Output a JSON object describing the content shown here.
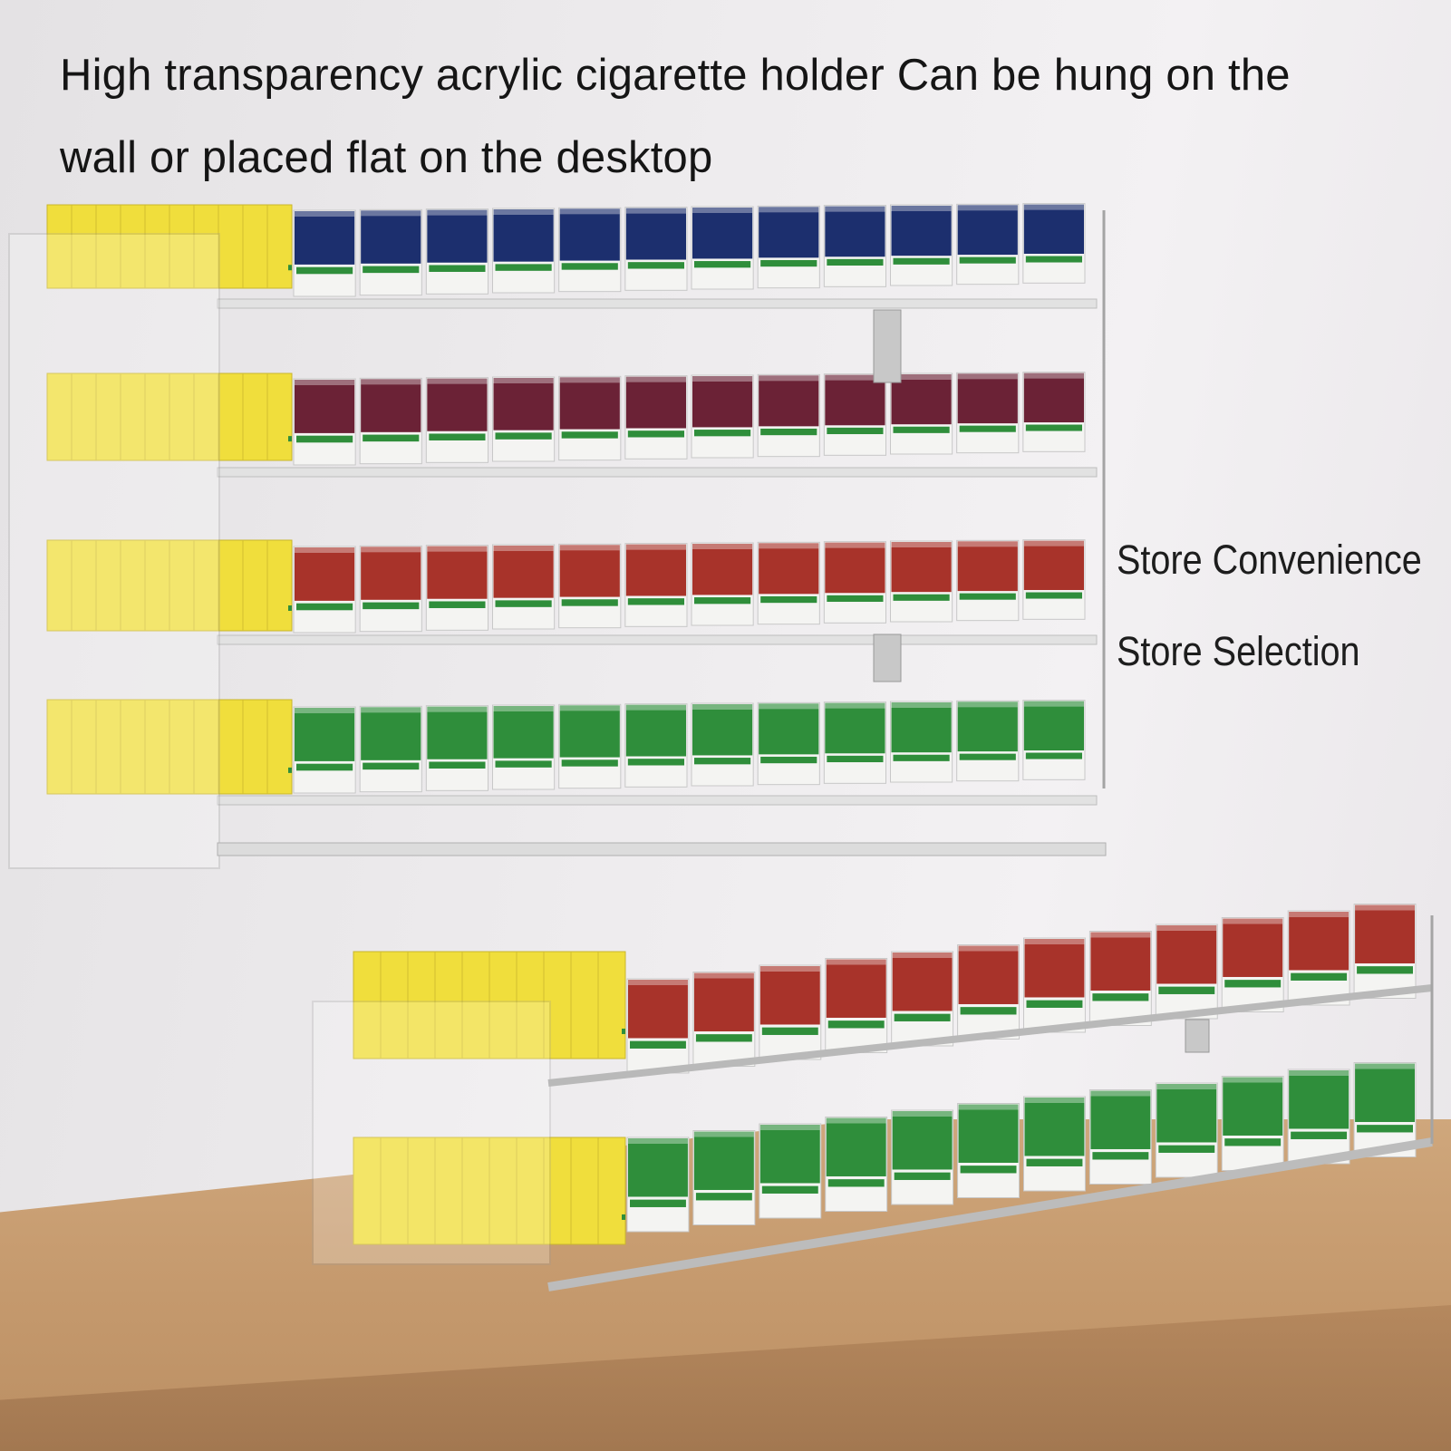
{
  "headline": {
    "line1": "High transparency acrylic cigarette holder Can be hung on the",
    "line2": "wall or placed flat on the desktop"
  },
  "side_labels": [
    "Store Convenience",
    "Store Selection"
  ],
  "pack_colors": {
    "blue": "#1c2f6e",
    "wine": "#6b2236",
    "red": "#a8332a",
    "green": "#2f8e3b",
    "yellow": "#f0de3c",
    "white": "#f4f4f2"
  }
}
